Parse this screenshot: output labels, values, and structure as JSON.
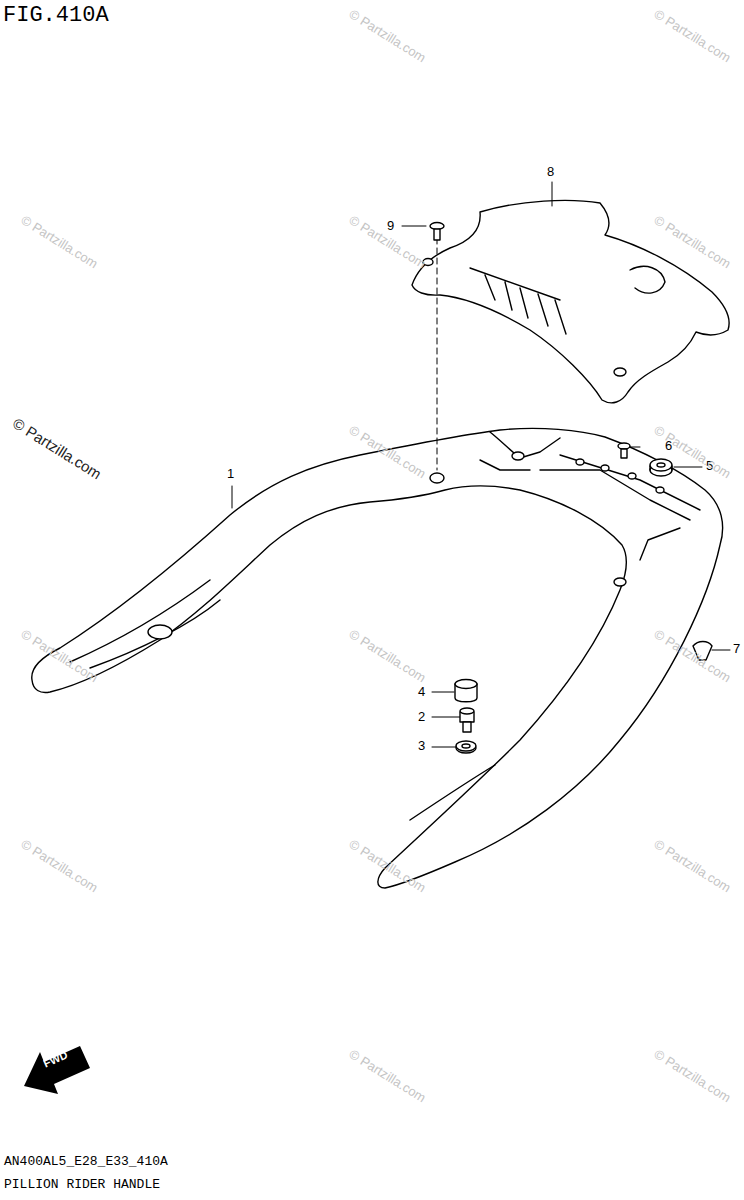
{
  "diagram": {
    "title": "FIG.410A",
    "labels": [
      "8",
      "9",
      "6",
      "5",
      "1",
      "7",
      "4",
      "2",
      "3",
      "FWD",
      "AN400AL5_E28_E33_410A",
      "PILLION RIDER HANDLE",
      "© Partzilla.com",
      "© Partzilla.com",
      "© Partzilla.com",
      "© Partzilla.com",
      "© Partzilla.com",
      "© Partzilla.com",
      "© Partzilla.com",
      "© Partzilla.com",
      "© Partzilla.com",
      "© Partzilla.com",
      "© Partzilla.com",
      "© Partzilla.com",
      "© Partzilla.com",
      "© Partzilla.com",
      "© Partzilla.com",
      "© Partzilla.com"
    ]
  }
}
